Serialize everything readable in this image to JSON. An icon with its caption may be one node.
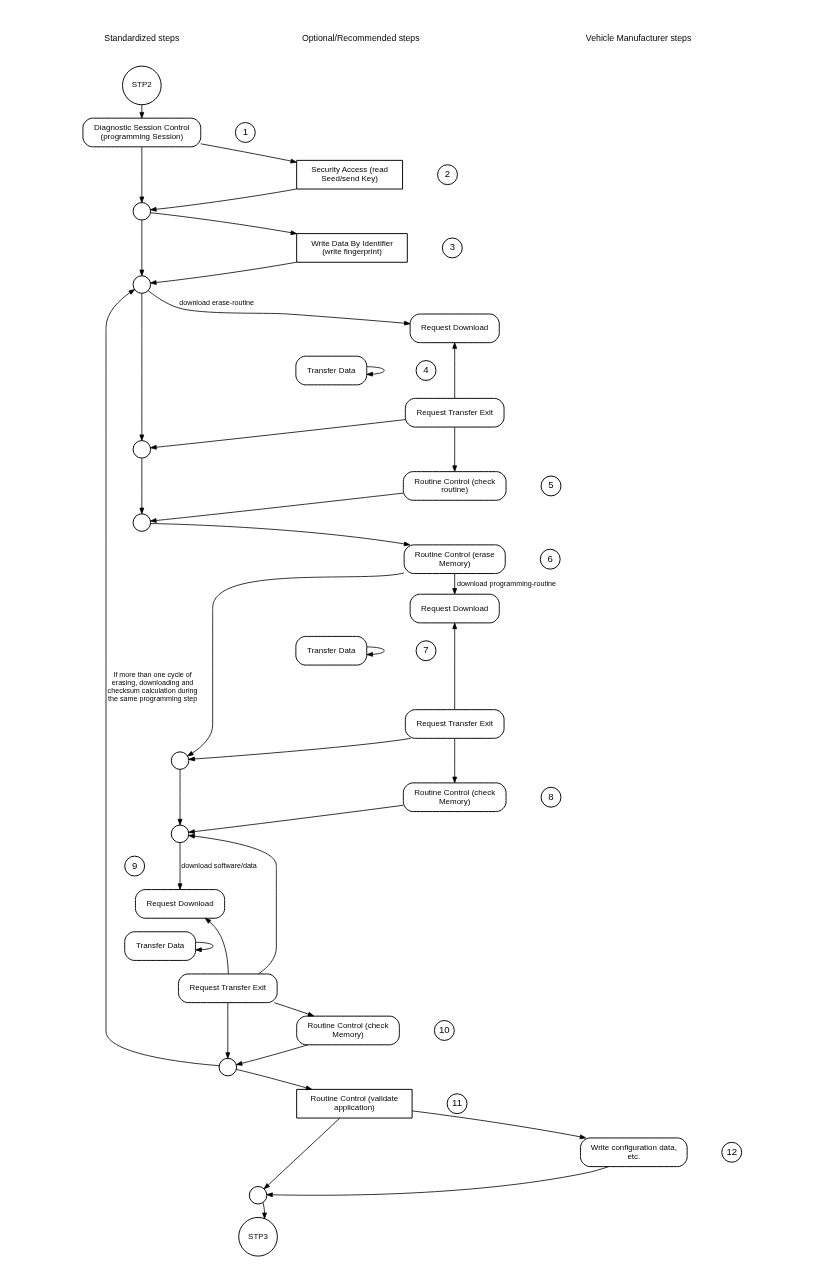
{
  "diagram": {
    "nodes": [
      {
        "text": [
          "STP2"
        ]
      },
      {
        "text": [
          "Diagnostic Session Control (programming Session)"
        ]
      },
      {
        "text": [
          "1"
        ]
      },
      {
        "text": [
          "Security Access (read Seed/send Key)"
        ]
      },
      {
        "text": [
          "2"
        ]
      },
      {
        "text": [],
        "shape": "circle"
      },
      {
        "text": [
          "Write Data By Identifier (write fingerprint)"
        ]
      },
      {
        "text": [
          "3"
        ]
      },
      {
        "text": [],
        "shape": "circle"
      },
      {
        "text": [
          "Request Download"
        ]
      },
      {
        "text": [
          "Transfer Data"
        ]
      },
      {
        "text": [
          "4"
        ]
      },
      {
        "text": [
          "Request Transfer Exit"
        ]
      },
      {
        "text": [],
        "shape": "circle"
      },
      {
        "text": [
          "Routine Control (check routine)"
        ]
      },
      {
        "text": [
          "5"
        ]
      },
      {
        "text": [],
        "shape": "circle"
      },
      {
        "text": [
          "Routine Control (erase Memory)"
        ]
      },
      {
        "text": [
          "6"
        ]
      },
      {
        "text": [
          "Request Download"
        ]
      },
      {
        "text": [
          "Transfer Data"
        ]
      },
      {
        "text": [
          "7"
        ]
      },
      {
        "text": [
          "Request Transfer Exit"
        ]
      },
      {
        "text": [],
        "shape": "circle"
      },
      {
        "text": [
          "Routine Control (check Memory)"
        ]
      },
      {
        "text": [
          "8"
        ]
      },
      {
        "text": [],
        "shape": "circle"
      },
      {
        "text": [
          "9"
        ]
      },
      {
        "text": [
          "Request Download"
        ]
      },
      {
        "text": [
          "Transfer Data"
        ]
      },
      {
        "text": [
          "Request Transfer Exit"
        ]
      },
      {
        "text": [
          "Routine Control (check Memory)"
        ]
      },
      {
        "text": [
          "10"
        ]
      },
      {
        "text": [],
        "shape": "circle"
      },
      {
        "text": [
          "Routine Control (validate application)"
        ]
      },
      {
        "text": [
          "11"
        ]
      },
      {
        "text": [
          "Write configuration data, etc."
        ]
      },
      {
        "text": [
          "12"
        ]
      },
      {
        "text": [],
        "shape": "circle"
      },
      {
        "text": [
          "STP3"
        ]
      }
    ],
    "edges": [
      {
        "from": 0,
        "to": 1,
        "arrow": "to"
      },
      {
        "from": 1,
        "to": 3,
        "arrow": "to"
      },
      {
        "from": 1,
        "to": 5,
        "arrow": "to"
      },
      {
        "from": 3,
        "to": 5,
        "arrow": "to"
      },
      {
        "from": 5,
        "to": 6,
        "arrow": "to"
      },
      {
        "from": 5,
        "to": 8,
        "arrow": "to"
      },
      {
        "from": 6,
        "to": 8,
        "arrow": "to"
      },
      {
        "from": 8,
        "to": 9,
        "arrow": "to",
        "label": "download erase-routine"
      },
      {
        "from": 12,
        "to": 9,
        "arrow": "to"
      },
      {
        "from": 10,
        "to": 10,
        "arrow": "to"
      },
      {
        "from": 8,
        "to": 13,
        "arrow": "to"
      },
      {
        "from": 12,
        "to": 13,
        "arrow": "to"
      },
      {
        "from": 12,
        "to": 14,
        "arrow": "to"
      },
      {
        "from": 13,
        "to": 16,
        "arrow": "to"
      },
      {
        "from": 14,
        "to": 16,
        "arrow": "to"
      },
      {
        "from": 16,
        "to": 17,
        "arrow": "to"
      },
      {
        "from": 17,
        "to": 23,
        "arrow": "to"
      },
      {
        "from": 17,
        "to": 19,
        "arrow": "to",
        "label": "download programming-routine"
      },
      {
        "from": 22,
        "to": 19,
        "arrow": "to"
      },
      {
        "from": 20,
        "to": 20,
        "arrow": "to"
      },
      {
        "from": 22,
        "to": 23,
        "arrow": "to"
      },
      {
        "from": 22,
        "to": 24,
        "arrow": "to"
      },
      {
        "from": 23,
        "to": 26,
        "arrow": "to"
      },
      {
        "from": 24,
        "to": 26,
        "arrow": "to"
      },
      {
        "from": 26,
        "to": 28,
        "arrow": "to",
        "label": "download software/data"
      },
      {
        "from": 30,
        "to": 28,
        "arrow": "to"
      },
      {
        "from": 29,
        "to": 29,
        "arrow": "to"
      },
      {
        "from": 30,
        "to": 31,
        "arrow": "to"
      },
      {
        "from": 30,
        "to": 26,
        "arrow": "to"
      },
      {
        "from": 30,
        "to": 33,
        "arrow": "to"
      },
      {
        "from": 31,
        "to": 33,
        "arrow": "to"
      },
      {
        "from": 33,
        "to": 34,
        "arrow": "to"
      },
      {
        "from": 33,
        "to": 8,
        "arrow": "to",
        "label": "If more than one cycle of erasing, downloading and checksum calculation during the same programming step"
      },
      {
        "from": 34,
        "to": 36,
        "arrow": "to"
      },
      {
        "from": 34,
        "to": 38,
        "arrow": "to"
      },
      {
        "from": 36,
        "to": 38,
        "arrow": "to"
      },
      {
        "from": 38,
        "to": 39,
        "arrow": "to"
      }
    ],
    "labels": [
      "Standardized steps",
      "Optional/Recommended steps",
      "Vehicle Manufacturer steps"
    ]
  }
}
